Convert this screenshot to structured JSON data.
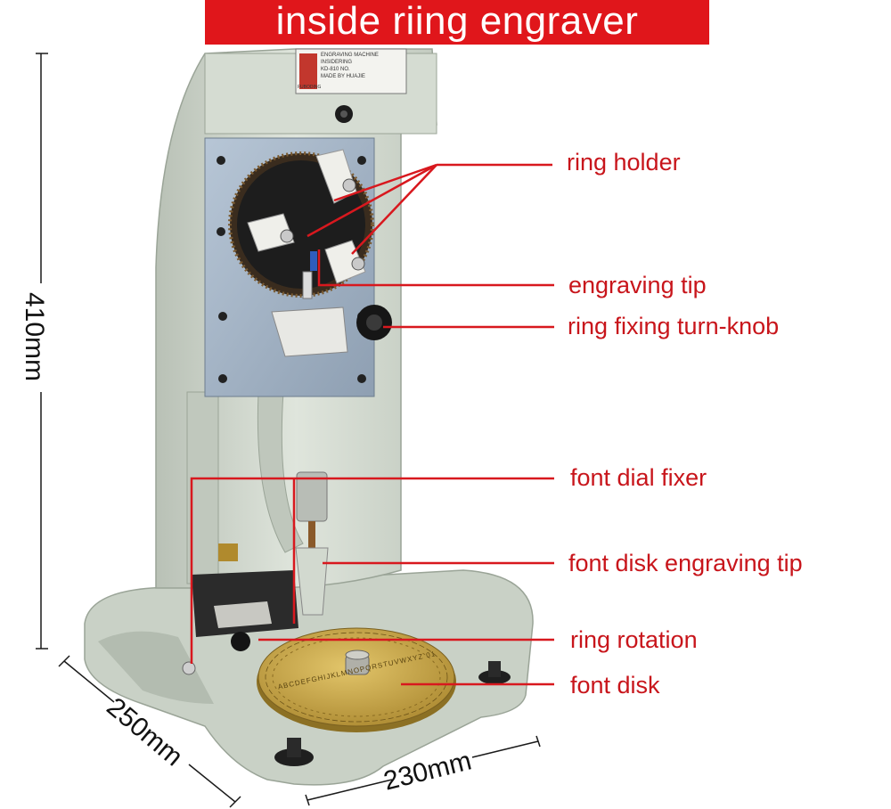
{
  "banner": {
    "title": "inside riing engraver",
    "color": "#e0161b"
  },
  "nameplate": {
    "line1": "ENGRAVING MACHINE",
    "line2": "INSIDERING",
    "line3": "KD-810  NO.",
    "brand": "FUBODING",
    "made_by": "MADE BY HUAJIE"
  },
  "callouts": {
    "ring_holder": "ring holder",
    "engraving_tip": "engraving tip",
    "ring_fixing_turn_knob": "ring fixing turn-knob",
    "font_dial_fixer": "font dial fixer",
    "font_disk_engraving_tip": "font disk engraving tip",
    "ring_rotation": "ring rotation",
    "font_disk": "font disk"
  },
  "dimensions": {
    "height": "410mm",
    "depth": "250mm",
    "width": "230mm"
  },
  "font_disk_letters": "ABCDEFGHIJKLMNOPQRSTUVWXYZ 0123456789 &",
  "colors": {
    "callout": "#c8151b",
    "machine_body": "#cfd6cc",
    "font_disk": "#c9a74a"
  }
}
